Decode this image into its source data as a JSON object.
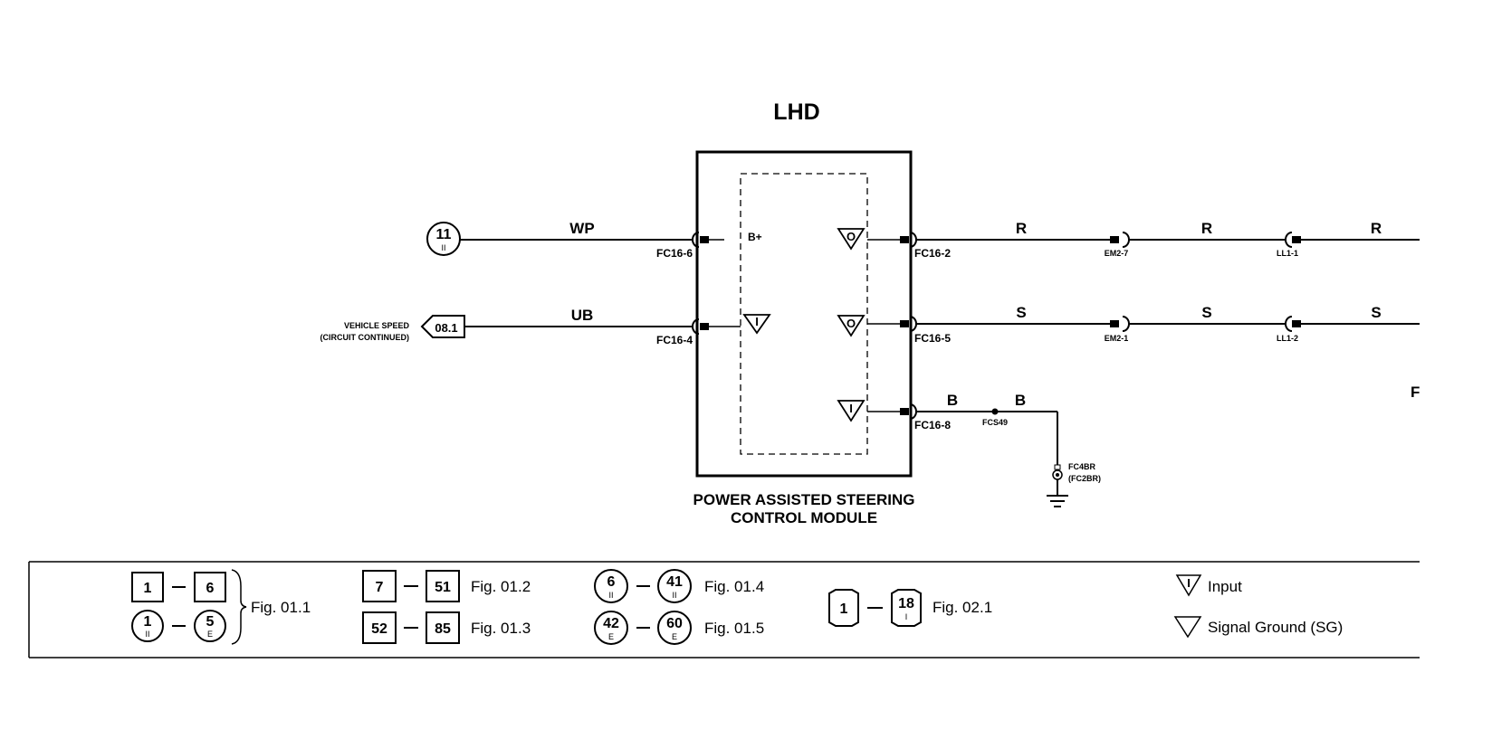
{
  "diagram": {
    "title": "LHD",
    "module": {
      "line1": "POWER ASSISTED STEERING",
      "line2": "CONTROL MODULE",
      "pin_bplus": "B+"
    },
    "left": {
      "ref_circle": {
        "num": "11",
        "sub": "II"
      },
      "wire_wp": "WP",
      "pin_fc16_6": "FC16-6",
      "vehicle_speed": {
        "line1": "VEHICLE SPEED",
        "line2": "(CIRCUIT CONTINUED)",
        "ref": "08.1"
      },
      "wire_ub": "UB",
      "pin_fc16_4": "FC16-4"
    },
    "right": {
      "row1": {
        "pin": "FC16-2",
        "w1": "R",
        "c1": "EM2-7",
        "w2": "R",
        "c2": "LL1-1",
        "w3": "R"
      },
      "row2": {
        "pin": "FC16-5",
        "w1": "S",
        "c1": "EM2-1",
        "w2": "S",
        "c2": "LL1-2",
        "w3": "S"
      },
      "row3": {
        "pin": "FC16-8",
        "w1": "B",
        "splice": "FCS49",
        "w2": "B"
      },
      "ground": {
        "line1": "FC4BR",
        "line2": "(FC2BR)"
      },
      "edge_fragment": "F"
    },
    "symbols": {
      "output": "O",
      "input": "I"
    }
  },
  "legend": {
    "fig_01_1": {
      "box_a": "1",
      "box_b": "6",
      "circ_a": "1",
      "circ_a_sub": "II",
      "circ_b": "5",
      "circ_b_sub": "E",
      "label": "Fig. 01.1"
    },
    "fig_01_2": {
      "a": "7",
      "b": "51",
      "label": "Fig. 01.2"
    },
    "fig_01_3": {
      "a": "52",
      "b": "85",
      "label": "Fig. 01.3"
    },
    "fig_01_4": {
      "a": "6",
      "a_sub": "II",
      "b": "41",
      "b_sub": "II",
      "label": "Fig. 01.4"
    },
    "fig_01_5": {
      "a": "42",
      "a_sub": "E",
      "b": "60",
      "b_sub": "E",
      "label": "Fig. 01.5"
    },
    "fig_02_1": {
      "a": "1",
      "b": "18",
      "b_sub": "I",
      "label": "Fig. 02.1"
    },
    "input_label": "Input",
    "signal_ground_label": "Signal Ground (SG)"
  }
}
